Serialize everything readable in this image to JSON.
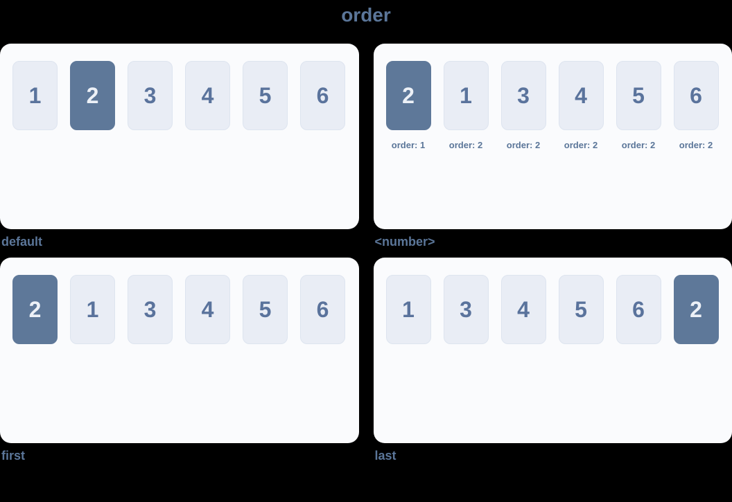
{
  "title": "order",
  "colors": {
    "background": "#000000",
    "panel_bg": "#fafbfd",
    "item_bg": "#e9edf5",
    "item_border": "#dde4ef",
    "item_text": "#5a739c",
    "highlight_bg": "#5e7899",
    "highlight_text": "#edf1f7",
    "accent_text": "#5b7699"
  },
  "panels": [
    {
      "caption": "default",
      "items": [
        {
          "label": "1",
          "highlighted": false
        },
        {
          "label": "2",
          "highlighted": true
        },
        {
          "label": "3",
          "highlighted": false
        },
        {
          "label": "4",
          "highlighted": false
        },
        {
          "label": "5",
          "highlighted": false
        },
        {
          "label": "6",
          "highlighted": false
        }
      ]
    },
    {
      "caption": "<number>",
      "items": [
        {
          "label": "2",
          "highlighted": true,
          "order_label": "order: 1"
        },
        {
          "label": "1",
          "highlighted": false,
          "order_label": "order: 2"
        },
        {
          "label": "3",
          "highlighted": false,
          "order_label": "order: 2"
        },
        {
          "label": "4",
          "highlighted": false,
          "order_label": "order: 2"
        },
        {
          "label": "5",
          "highlighted": false,
          "order_label": "order: 2"
        },
        {
          "label": "6",
          "highlighted": false,
          "order_label": "order: 2"
        }
      ]
    },
    {
      "caption": "first",
      "items": [
        {
          "label": "2",
          "highlighted": true
        },
        {
          "label": "1",
          "highlighted": false
        },
        {
          "label": "3",
          "highlighted": false
        },
        {
          "label": "4",
          "highlighted": false
        },
        {
          "label": "5",
          "highlighted": false
        },
        {
          "label": "6",
          "highlighted": false
        }
      ]
    },
    {
      "caption": "last",
      "items": [
        {
          "label": "1",
          "highlighted": false
        },
        {
          "label": "3",
          "highlighted": false
        },
        {
          "label": "4",
          "highlighted": false
        },
        {
          "label": "5",
          "highlighted": false
        },
        {
          "label": "6",
          "highlighted": false
        },
        {
          "label": "2",
          "highlighted": true
        }
      ]
    }
  ]
}
